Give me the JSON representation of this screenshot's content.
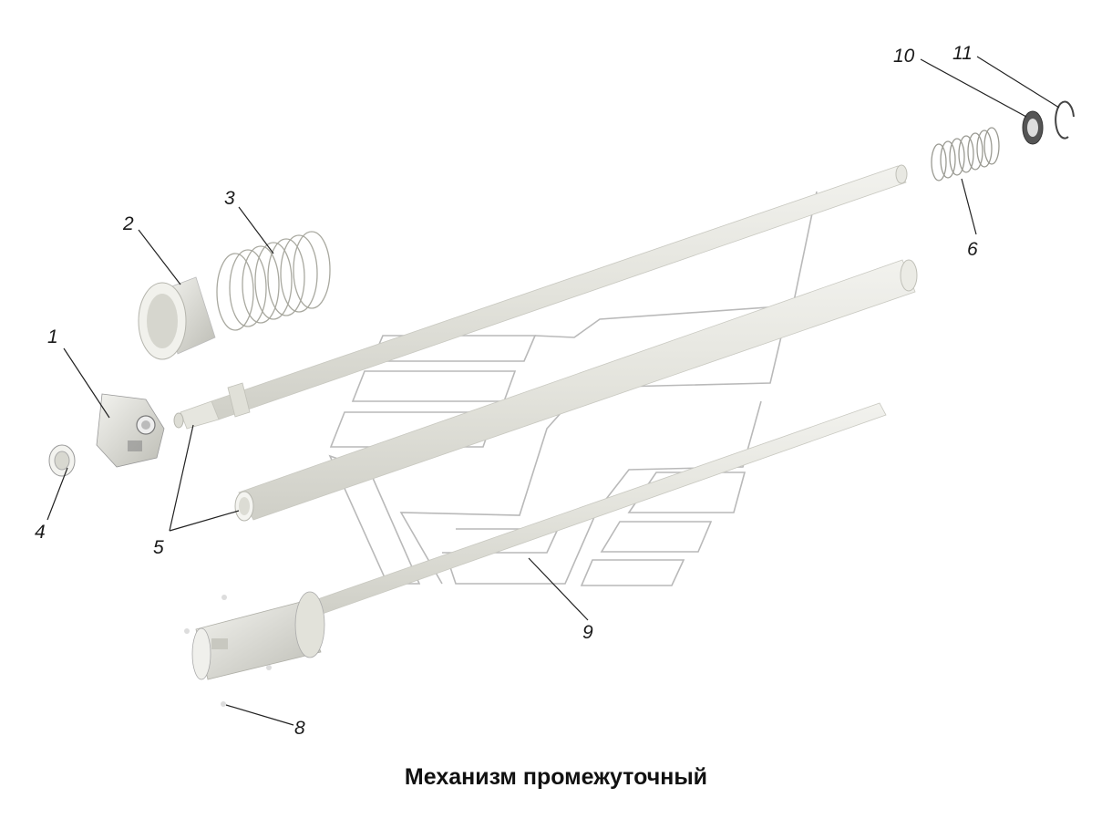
{
  "caption": "Механизм промежуточный",
  "callouts": {
    "c1": "1",
    "c2": "2",
    "c3": "3",
    "c4": "4",
    "c5": "5",
    "c6": "6",
    "c8": "8",
    "c9": "9",
    "c10": "10",
    "c11": "11"
  }
}
